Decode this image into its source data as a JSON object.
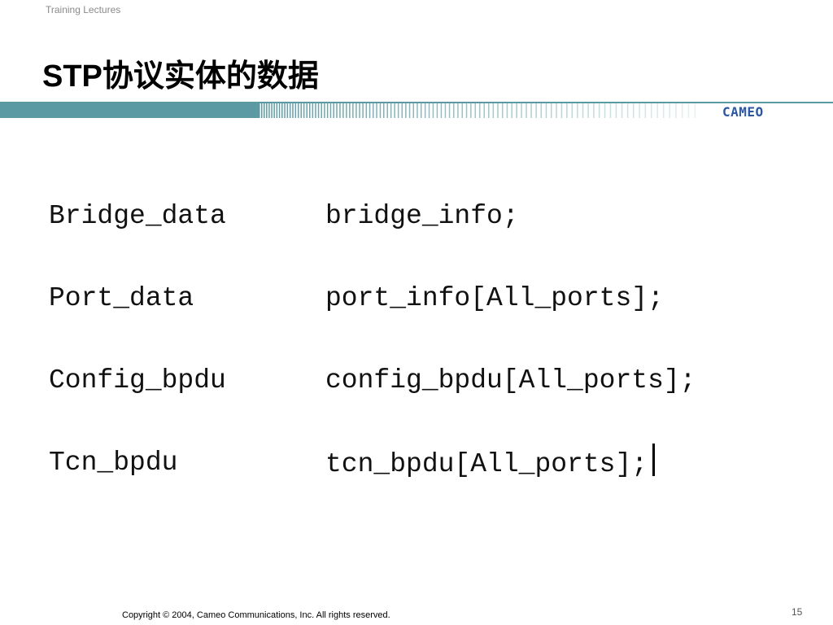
{
  "header": {
    "label": "Training Lectures"
  },
  "title": "STP协议实体的数据",
  "logo": {
    "text": "CAMEO",
    "color": "#2b57a3"
  },
  "accent_colors": {
    "bar": "#5b9aa3",
    "bar_light": "#8fbfc6"
  },
  "code_lines": [
    {
      "type": "Bridge_data",
      "decl": "bridge_info;"
    },
    {
      "type": "Port_data",
      "decl": "port_info[All_ports];"
    },
    {
      "type": "Config_bpdu",
      "decl": "config_bpdu[All_ports];"
    },
    {
      "type": "Tcn_bpdu",
      "decl": "tcn_bpdu[All_ports];"
    }
  ],
  "footer": {
    "copyright": "Copyright © 2004, Cameo Communications, Inc. All rights reserved.",
    "page_number": "15"
  }
}
